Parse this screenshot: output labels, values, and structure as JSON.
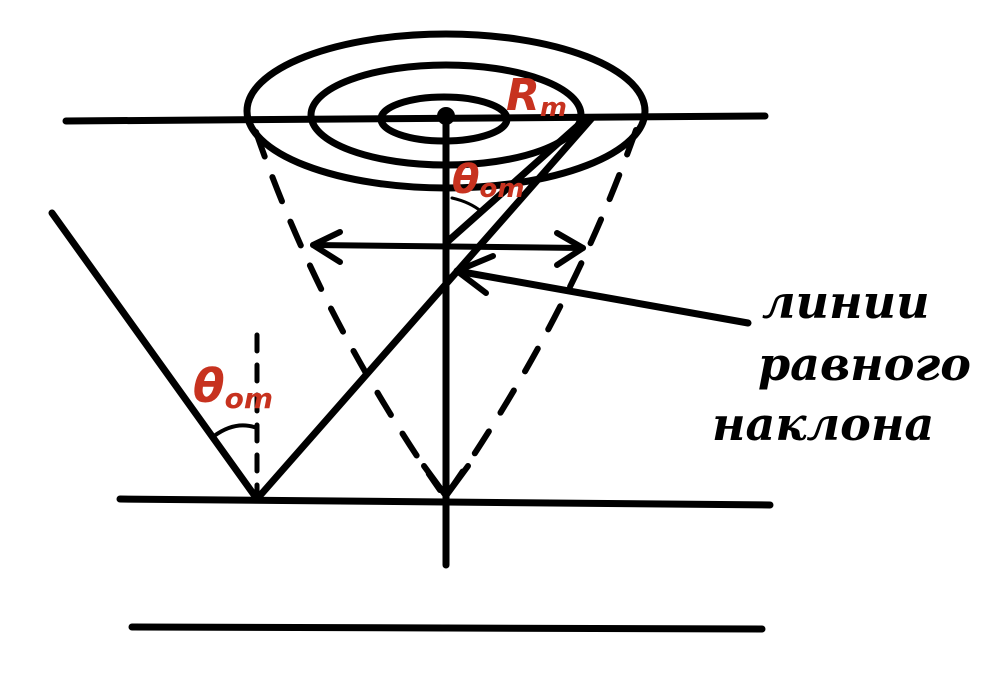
{
  "labels": {
    "radius": "R",
    "radius_sub": "m",
    "angle_top": "θ",
    "angle_top_sub": "om",
    "angle_left": "θ",
    "angle_left_sub": "om",
    "caption_line1": "линии",
    "caption_line2": "равного",
    "caption_line3": "наклона"
  },
  "colors": {
    "ink": "#000000",
    "annotation": "#c7321f"
  }
}
